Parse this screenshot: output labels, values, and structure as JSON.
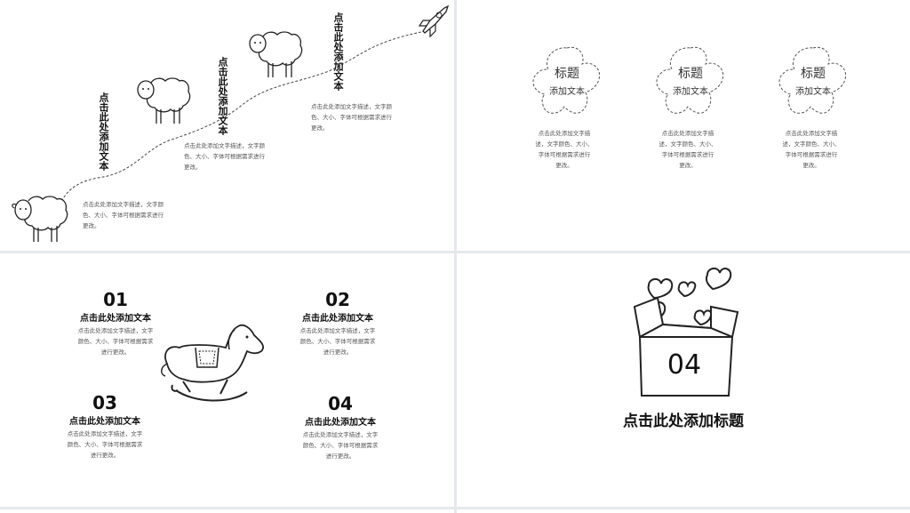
{
  "slide1": {
    "steps": [
      {
        "title": "点击此处添加文本",
        "desc": [
          "点击此处添加文字描述，文字颜",
          "色、大小、字体可根据需求进行",
          "更改。"
        ]
      },
      {
        "title": "点击此处添加文本",
        "desc": [
          "点击此处添加文字描述，文字颜",
          "色、大小、字体可根据需求进行",
          "更改。"
        ]
      },
      {
        "title": "点击此处添加文本",
        "desc": [
          "点击此处添加文字描述，文字颜",
          "色、大小、字体可根据需求进行",
          "更改。"
        ]
      }
    ]
  },
  "slide2": {
    "items": [
      {
        "title": "标题",
        "sub": "添加文本",
        "desc": [
          "点击此处添加文字描",
          "述，文字颜色、大小、",
          "字体可根据需求进行",
          "更改。"
        ]
      },
      {
        "title": "标题",
        "sub": "添加文本",
        "desc": [
          "点击此处添加文字描",
          "述，文字颜色、大小、",
          "字体可根据需求进行",
          "更改。"
        ]
      },
      {
        "title": "标题",
        "sub": "添加文本",
        "desc": [
          "点击此处添加文字描",
          "述，文字颜色、大小、",
          "字体可根据需求进行",
          "更改。"
        ]
      }
    ]
  },
  "slide3": {
    "items": [
      {
        "num": "01",
        "title": "点击此处添加文本",
        "desc": [
          "点击此处添加文字描述，文字",
          "颜色、大小、字体可根据需求",
          "进行更改。"
        ]
      },
      {
        "num": "02",
        "title": "点击此处添加文本",
        "desc": [
          "点击此处添加文字描述，文字",
          "颜色、大小、字体可根据需求",
          "进行更改。"
        ]
      },
      {
        "num": "03",
        "title": "点击此处添加文本",
        "desc": [
          "点击此处添加文字描述，文字",
          "颜色、大小、字体可根据需求",
          "进行更改。"
        ]
      },
      {
        "num": "04",
        "title": "点击此处添加文本",
        "desc": [
          "点击此处添加文字描述，文字",
          "颜色、大小、字体可根据需求",
          "进行更改。"
        ]
      }
    ]
  },
  "slide4": {
    "num": "04",
    "title": "点击此处添加标题"
  }
}
